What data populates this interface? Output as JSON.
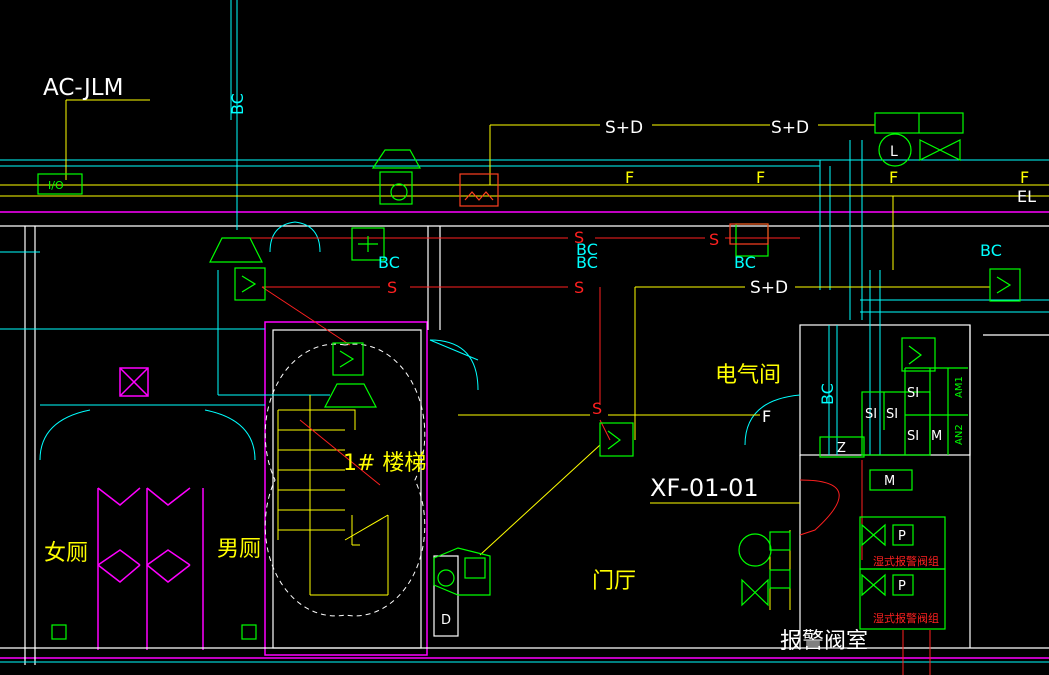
{
  "labels": {
    "ac_jlm": "AC-JLM",
    "bc_vertical": "BC",
    "sd_top_1": "S+D",
    "sd_top_2": "S+D",
    "f_1": "F",
    "f_2": "F",
    "f_3": "F",
    "f_4": "F",
    "el": "EL",
    "io_module": "I/O",
    "bc_1": "BC",
    "bc_2": "BC",
    "bc_3": "BC",
    "bc_4": "BC",
    "bc_5": "BC",
    "s_1": "S",
    "s_2": "S",
    "s_3": "S",
    "s_4": "S",
    "s_5": "S",
    "sd_mid": "S+D",
    "f_mid": "F",
    "bc_vertical_2": "BC",
    "electrical_room": "电气间",
    "stair": "1# 楼梯",
    "xf_code": "XF-01-01",
    "lobby": "门厅",
    "womens_wc": "女厕",
    "mens_wc": "男厕",
    "alarm_valve_room": "报警阀室",
    "valve_group_1": "湿式报警阀组",
    "valve_group_2": "湿式报警阀组",
    "z_box": "Z",
    "m_box": "M",
    "m_box_2": "M",
    "p_box_1": "P",
    "p_box_2": "P",
    "d_box": "D",
    "si_1": "SI",
    "si_2": "SI",
    "si_3": "SI",
    "si_4": "SI",
    "am1": "AM1",
    "an2": "AN2",
    "l_circle": "L"
  },
  "colors": {
    "background": "#000000",
    "wall_white": "#ffffff",
    "cyan": "#00ffff",
    "yellow": "#ffff00",
    "red": "#ff2020",
    "green": "#00ff00",
    "magenta": "#ff00ff"
  }
}
